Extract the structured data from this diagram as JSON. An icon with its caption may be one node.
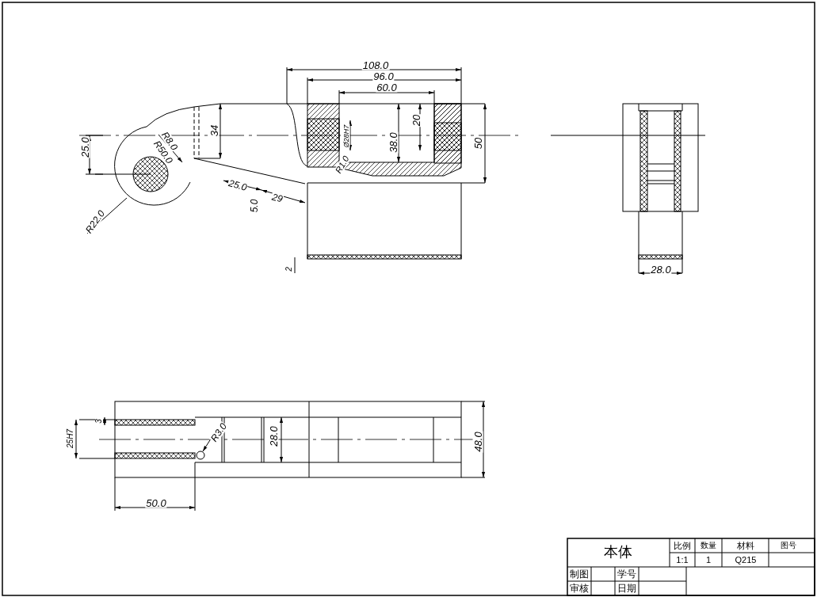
{
  "diagram": {
    "labels": [
      "108.0",
      "96.0",
      "60.0",
      "34",
      "25.0",
      "R8.0",
      "R50.0",
      "Ø28H7",
      "38.0",
      "20",
      "50",
      "25.0",
      "5.0",
      "29",
      "R1.0",
      "R22.0",
      "2",
      "28.0",
      "3",
      "25H7",
      "R3.0",
      "28.0",
      "48.0",
      "50.0",
      "本体",
      "比例",
      "数量",
      "材料",
      "图号",
      "1:1",
      "1",
      "Q215",
      "制图",
      "学号",
      "审核",
      "日期"
    ]
  }
}
